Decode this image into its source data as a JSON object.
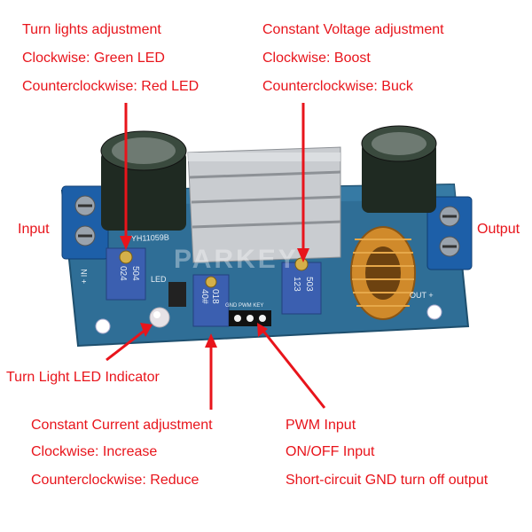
{
  "annotations": {
    "turn_lights": {
      "title": "Turn lights adjustment",
      "line1": "Clockwise: Green LED",
      "line2": "Counterclockwise: Red LED"
    },
    "constant_voltage": {
      "title": "Constant Voltage adjustment",
      "line1": "Clockwise: Boost",
      "line2": "Counterclockwise: Buck"
    },
    "input": "Input",
    "output": "Output",
    "led_indicator": "Turn Light LED Indicator",
    "constant_current": {
      "title": "Constant Current adjustment",
      "line1": "Clockwise: Increase",
      "line2": "Counterclockwise: Reduce"
    },
    "pwm": {
      "line1": "PWM Input",
      "line2": "ON/OFF Input",
      "line3": "Short-circuit GND turn off output"
    }
  },
  "board_markings": {
    "model": "YH11059B",
    "watermark": "PARKEY",
    "pot_left": "504",
    "pot_left_sub": "024",
    "pot_mid": "018",
    "pot_mid_sub": "40#",
    "pot_right": "503",
    "pot_right_sub": "123",
    "led_text": "LED",
    "pins": "GND PWM KEY",
    "out_label": "OUT +",
    "in_label": "+ IN"
  },
  "colors": {
    "annotation_red": "#e8141b",
    "pcb_blue": "#2f6e96",
    "terminal_blue": "#1d5fa8",
    "heatsink": "#c9ccd0",
    "capacitor": "#1f2a22",
    "coil_copper": "#d08a2b",
    "pot_blue": "#3b5fb0"
  }
}
